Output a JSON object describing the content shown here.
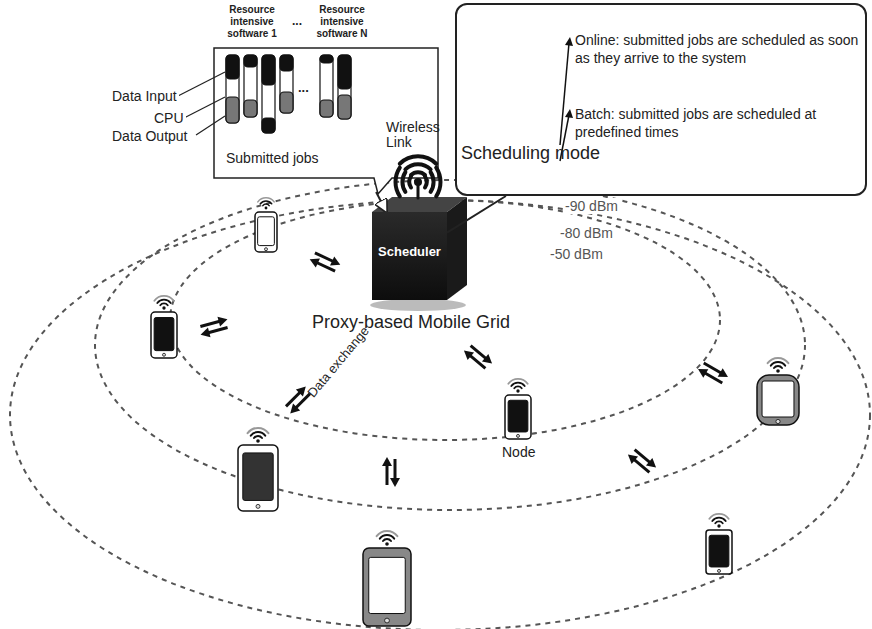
{
  "diagram": {
    "nodes": [
      {
        "text": [
          "Resource intensive software 1",
          "...",
          "Resource intensive software N",
          "...",
          "Submitted jobs"
        ]
      },
      {
        "text": [
          "Scheduler"
        ]
      },
      {
        "text": [
          "Scheduling mode",
          "Online: submitted jobs are scheduled as soon as they arrive to the system",
          "Batch: submitted jobs are scheduled at predefined times"
        ]
      }
    ],
    "edges": [
      {
        "from": 0,
        "to": 1,
        "arrow": "to"
      },
      {
        "from": 2,
        "to": 1,
        "arrow": "none"
      }
    ],
    "labels": [
      "Data Input",
      "CPU",
      "Data Output",
      "Wireless Link",
      "-90 dBm",
      "-80 dBm",
      "-50 dBm",
      "Proxy-based Mobile Grid",
      "Data exchange",
      "Node"
    ]
  }
}
